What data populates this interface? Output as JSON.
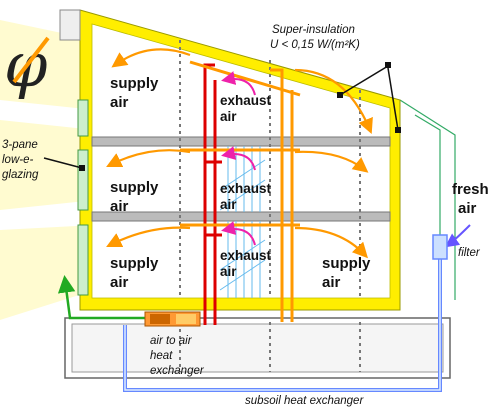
{
  "diagram": {
    "logo_symbol": "φ",
    "insulation_title": "Super-insulation",
    "insulation_value": "U < 0,15 W/(m²K)",
    "glazing_lines": [
      "3-pane",
      "low-e-",
      "glazing"
    ],
    "supply_rooms": [
      {
        "line1": "supply",
        "line2": "air"
      },
      {
        "line1": "supply",
        "line2": "air"
      },
      {
        "line1": "supply",
        "line2": "air"
      },
      {
        "line1": "supply",
        "line2": "air"
      }
    ],
    "exhaust_rooms": [
      {
        "line1": "exhaust",
        "line2": "air"
      },
      {
        "line1": "exhaust",
        "line2": "air"
      },
      {
        "line1": "exhaust",
        "line2": "air"
      }
    ],
    "fresh_air": {
      "line1": "fresh",
      "line2": "air"
    },
    "filter_label": "filter",
    "heat_exchanger_lines": [
      "air to air",
      "heat",
      "exchanger"
    ],
    "subsoil_label": "subsoil heat exchanger",
    "colors": {
      "insulation": "#ffee00",
      "supply_duct": "#ff9900",
      "exhaust_duct": "#dd0000",
      "fresh_duct": "#6688ff",
      "outgoing_air": "#22aa22",
      "sunlight": "#fffccc"
    }
  }
}
